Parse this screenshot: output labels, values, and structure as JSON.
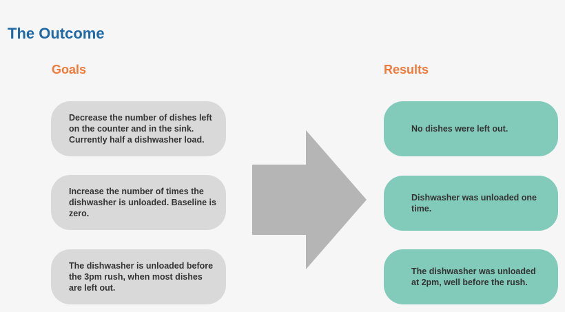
{
  "title": "The Outcome",
  "goals": {
    "heading": "Goals",
    "items": [
      "Decrease the number of dishes left on the counter and in the sink. Currently half a dishwasher load.",
      "Increase the number of times the dishwasher is unloaded. Baseline is zero.",
      "The dishwasher is unloaded before the 3pm rush, when most dishes are left out."
    ]
  },
  "results": {
    "heading": "Results",
    "items": [
      "No dishes were left out.",
      "Dishwasher was unloaded one time.",
      "The dishwasher was unloaded at 2pm, well before the rush."
    ]
  },
  "colors": {
    "title": "#1f6aa6",
    "heading": "#ee7b3c",
    "goal_box": "#d9d9d9",
    "result_box": "#82cbbb",
    "arrow": "#b5b5b5",
    "text": "#333333"
  },
  "icons": {
    "arrow": "right-arrow-icon"
  }
}
